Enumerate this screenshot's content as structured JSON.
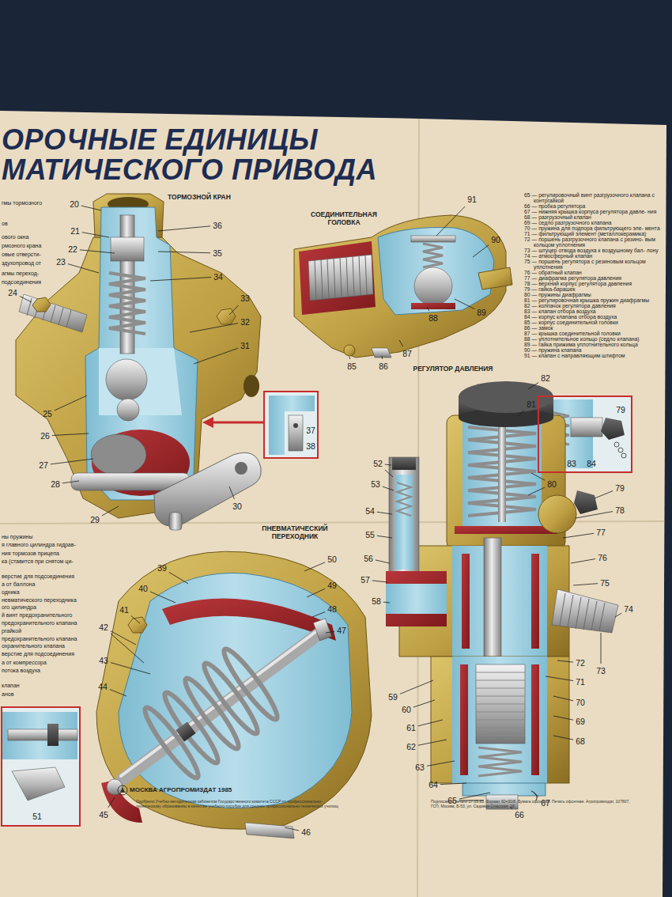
{
  "diagram": {
    "title": "ОРОЧНЫЕ ЕДИНИЦЫ МАТИЧЕСКОГО ПРИВОДА",
    "nodes": [
      {
        "text": [
          "37",
          "38"
        ]
      },
      {
        "text": [
          "79",
          "83",
          "84"
        ]
      },
      {
        "text": [
          "51"
        ]
      }
    ],
    "labels": [
      "ТОРМОЗНОЙ КРАН",
      "гмы тормозного",
      "ов",
      "ового окна",
      "рмозного крана",
      "овые отверсти-",
      "здухопровод от",
      "агмы переход-",
      "подсоединения",
      "ны пружины",
      "я главного цилиндра гидрав-",
      "ния тормозов прицепа",
      "ка (ставится при снятом ци-",
      "верстие для подсоединения",
      "а от баллона",
      "одника",
      "невматического переходника",
      "ого цилиндра",
      "й винт предохранительного",
      "предохранительного клапана",
      "ргайкой",
      "предохранительного клапана",
      "охранительного клапана",
      "верстие для подсоединения",
      "а от компрессора",
      "потока воздуха",
      "клапан",
      "анов",
      "20",
      "21",
      "22",
      "23",
      "24",
      "36",
      "35",
      "34",
      "33",
      "32",
      "31",
      "25",
      "26",
      "27",
      "28",
      "29",
      "30",
      "СОЕДИНИТЕЛЬНАЯ ГОЛОВКА",
      "91",
      "90",
      "89",
      "88",
      "87",
      "86",
      "85",
      "РЕГУЛЯТОР ДАВЛЕНИЯ",
      "82",
      "81",
      "80",
      "52",
      "53",
      "54",
      "55",
      "56",
      "57",
      "58",
      "59",
      "60",
      "61",
      "62",
      "63",
      "64",
      "65",
      "66",
      "67",
      "68",
      "69",
      "70",
      "71",
      "72",
      "73",
      "74",
      "75",
      "76",
      "77",
      "78",
      "79",
      "ПНЕВМАТИЧЕСКИЙ ПЕРЕХОДНИК",
      "39",
      "40",
      "41",
      "42",
      "43",
      "44",
      "45",
      "46",
      "47",
      "48",
      "49",
      "50",
      "65 — регулировочный винт разгрузочного клапана с контргайкой",
      "66 — пробка регулятора",
      "67 — нижняя крышка корпуса регулятора давле- ния",
      "68 — разгрузочный клапан",
      "69 — седло разгрузочного клапана",
      "70 — пружина для подпора фильтрующего эле- мента",
      "71 — фильтрующий элемент (металлокерамика)",
      "72 — поршень разгрузочного клапана с резино- вым кольцом уплотнения",
      "73 — штуцер отвода воздуха к воздушному бал- лону",
      "74 — атмосферный клапан",
      "75 — поршень регулятора с резиновым кольцом уплотнения",
      "76 — обратный клапан",
      "77 — диафрагма регулятора давления",
      "78 — верхний корпус регулятора давления",
      "79 — гайка-барашек",
      "80 — пружины диафрагмы",
      "81 — регулировочная крышка пружин диафрагмы",
      "82 — колпачок регулятора давления",
      "83 — клапан отбора воздуха",
      "84 — корпус клапана отбора воздуха",
      "85 — корпус соединительной головки",
      "86 — замок",
      "87 — крышка соединительной головки",
      "88 — уплотнительное кольцо (седло клапана)",
      "89 — гайка прижима уплотнительного кольца",
      "90 — пружина клапана",
      "91 — клапан с направляющим штифтом",
      "МОСКВА АГРОПРОМИЗДАТ 1985",
      "Одобрено Учебно-методическим кабинетом Государственного комитета СССР по профессионально-техническому образованию в качестве учебного пособия для средних профессионально-технических училищ",
      "Подписано к печати 17.05.85. Формат 60×90/8. Бумага офсетная. Печать офсетная. Агропромиздат, 107807, ГСП, Москва, Б-53, ул. Садовая-Спасская, 18"
    ]
  }
}
